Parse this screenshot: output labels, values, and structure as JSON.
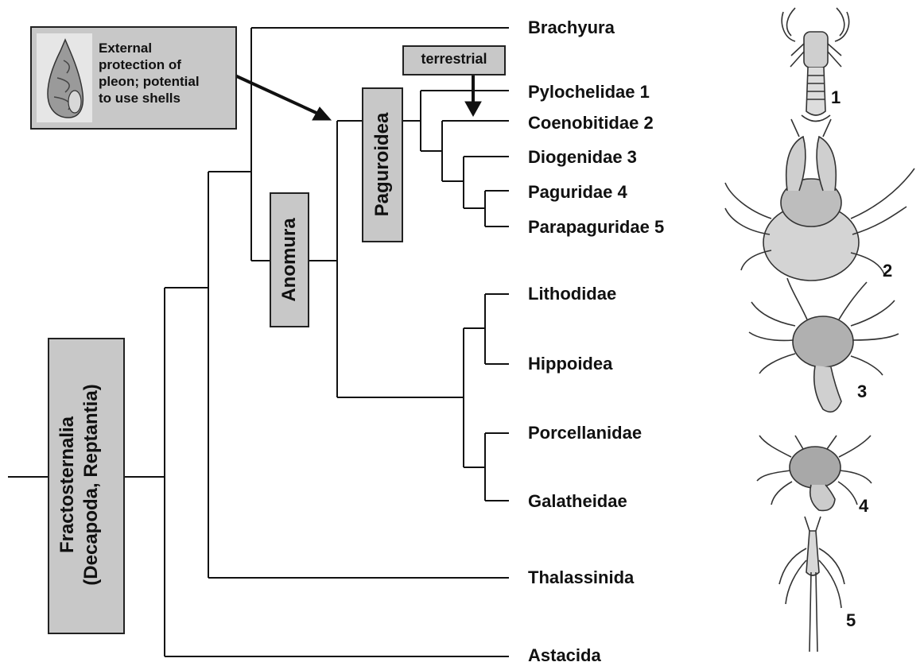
{
  "clades": {
    "fractosternalia_line1": "Fractosternalia",
    "fractosternalia_line2": "(Decapoda, Reptantia)",
    "anomura": "Anomura",
    "paguroidea": "Paguroidea"
  },
  "annotations": {
    "shell_note_lines": [
      "External",
      "protection of",
      "pleon; potential",
      "to use shells"
    ],
    "terrestrial": "terrestrial"
  },
  "taxa": {
    "brachyura": "Brachyura",
    "pylochelidae": "Pylochelidae 1",
    "coenobitidae": "Coenobitidae 2",
    "diogenidae": "Diogenidae 3",
    "paguridae": "Paguridae 4",
    "parapaguridae": "Parapaguridae 5",
    "lithodidae": "Lithodidae",
    "hippoidea": "Hippoidea",
    "porcellanidae": "Porcellanidae",
    "galatheidae": "Galatheidae",
    "thalassinida": "Thalassinida",
    "astacida": "Astacida"
  },
  "illustration_numbers": [
    "1",
    "2",
    "3",
    "4",
    "5"
  ],
  "colors": {
    "box_fill": "#c8c8c8",
    "line": "#111111",
    "text": "#111111"
  }
}
